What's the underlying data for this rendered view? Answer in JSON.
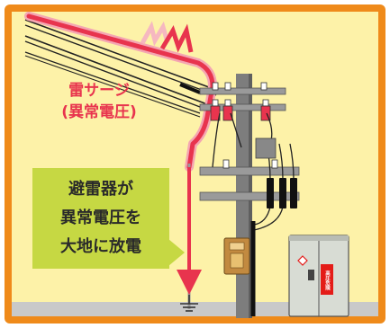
{
  "colors": {
    "frame": "#ef8a1a",
    "background": "#fdf2a8",
    "ground": "#c9c9c9",
    "surge": "#e8344e",
    "callout": "#c6d843",
    "pole": "#7d7d7d",
    "warning": "#e41c18"
  },
  "labels": {
    "surge_line1": "雷サージ",
    "surge_line2": "(異常電圧)",
    "callout_line1": "避雷器が",
    "callout_line2": "異常電圧を",
    "callout_line3": "大地に放電",
    "panel_warning": "高圧危険"
  },
  "icons": {
    "lightning": "lightning-zigzag-icon",
    "ground": "earth-ground-icon",
    "arrow": "arrow-down-icon"
  }
}
